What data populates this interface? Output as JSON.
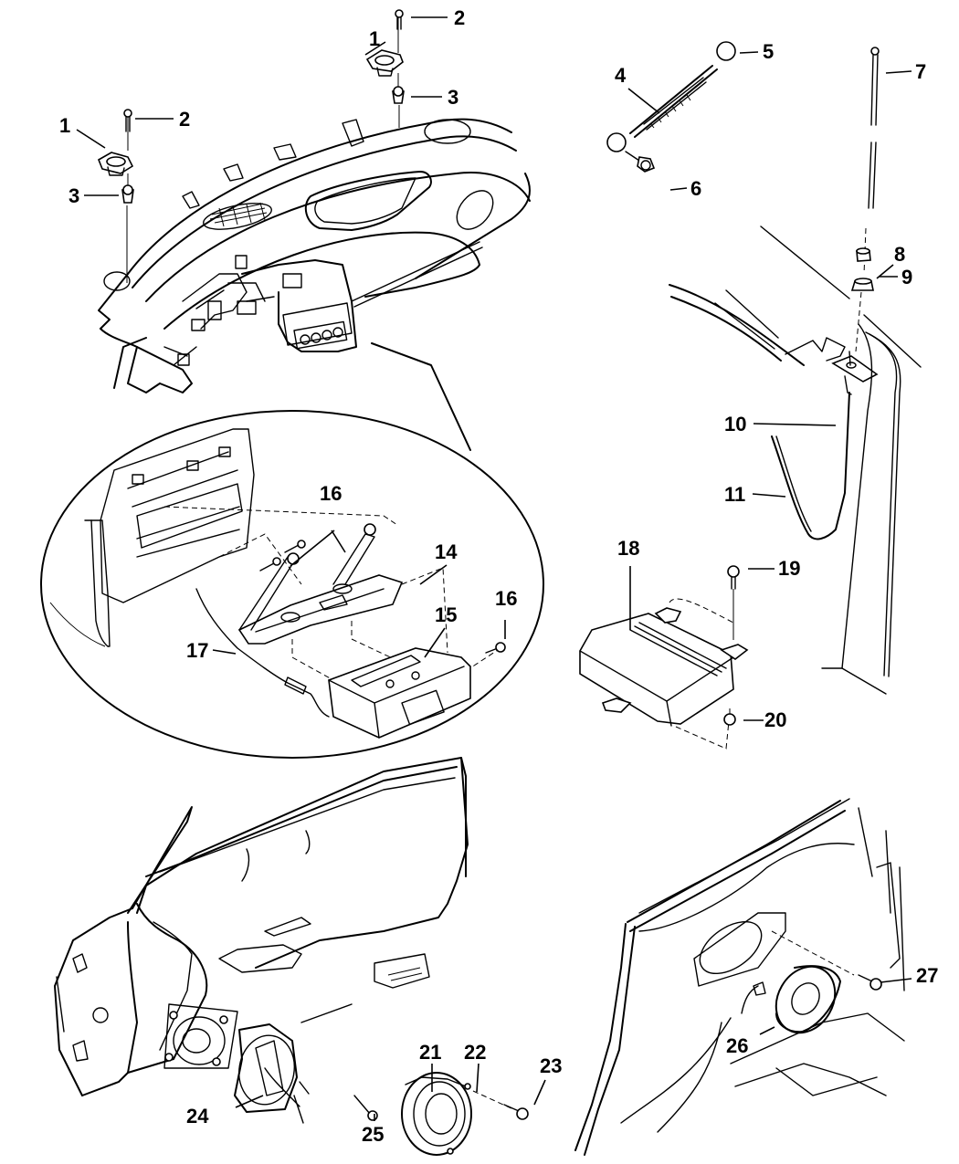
{
  "diagram": {
    "type": "exploded parts diagram",
    "subject": "Audio system components: instrument panel speakers, antenna, radio/amplifier mounting, door and rear quarter speakers",
    "callouts": [
      {
        "id": "c1a",
        "label": "1",
        "part": "instrument-panel-speaker-left"
      },
      {
        "id": "c2a",
        "label": "2",
        "part": "speaker-screw-left"
      },
      {
        "id": "c3a",
        "label": "3",
        "part": "speaker-nut-left"
      },
      {
        "id": "c1b",
        "label": "1",
        "part": "instrument-panel-speaker-right"
      },
      {
        "id": "c2b",
        "label": "2",
        "part": "speaker-screw-right"
      },
      {
        "id": "c3b",
        "label": "3",
        "part": "speaker-nut-right"
      },
      {
        "id": "c4",
        "label": "4",
        "part": "ground-strap"
      },
      {
        "id": "c5",
        "label": "5",
        "part": "ground-strap-end"
      },
      {
        "id": "c6",
        "label": "6",
        "part": "ground-strap-bolt"
      },
      {
        "id": "c7",
        "label": "7",
        "part": "antenna-mast"
      },
      {
        "id": "c8",
        "label": "8",
        "part": "antenna-nut"
      },
      {
        "id": "c9",
        "label": "9",
        "part": "antenna-bezel"
      },
      {
        "id": "c10",
        "label": "10",
        "part": "antenna-base"
      },
      {
        "id": "c11",
        "label": "11",
        "part": "antenna-cable"
      },
      {
        "id": "c14",
        "label": "14",
        "part": "radio-bracket"
      },
      {
        "id": "c15",
        "label": "15",
        "part": "radio-module"
      },
      {
        "id": "c16a",
        "label": "16",
        "part": "bracket-screws"
      },
      {
        "id": "c16b",
        "label": "16",
        "part": "radio-screw"
      },
      {
        "id": "c17",
        "label": "17",
        "part": "antenna-lead-cable"
      },
      {
        "id": "c18",
        "label": "18",
        "part": "amplifier"
      },
      {
        "id": "c19",
        "label": "19",
        "part": "amplifier-bolt"
      },
      {
        "id": "c20",
        "label": "20",
        "part": "amplifier-nut"
      },
      {
        "id": "c21",
        "label": "21",
        "part": "door-speaker"
      },
      {
        "id": "c22",
        "label": "22",
        "part": "door-speaker-gasket"
      },
      {
        "id": "c23",
        "label": "23",
        "part": "door-speaker-screw"
      },
      {
        "id": "c24",
        "label": "24",
        "part": "door-speaker-adapter"
      },
      {
        "id": "c25",
        "label": "25",
        "part": "adapter-screw"
      },
      {
        "id": "c26",
        "label": "26",
        "part": "rear-quarter-speaker"
      },
      {
        "id": "c27",
        "label": "27",
        "part": "rear-speaker-screw"
      }
    ]
  }
}
